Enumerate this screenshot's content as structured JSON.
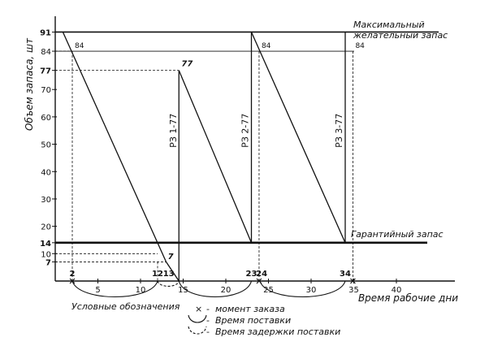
{
  "chart_data": {
    "type": "line",
    "title": "",
    "ylabel": "Объем запаса, шт",
    "xlabel": "Время рабочие дни",
    "xlim": [
      0,
      44
    ],
    "ylim": [
      0,
      95
    ],
    "x_ticks": [
      5,
      10,
      15,
      20,
      25,
      30,
      35,
      40
    ],
    "y_ticks": [
      7,
      10,
      14,
      20,
      30,
      40,
      50,
      60,
      70,
      77,
      84,
      91
    ],
    "y_ticks_bold": [
      7,
      14,
      77,
      91
    ],
    "max_stock": {
      "value": 91,
      "label_line1": "Максимальный",
      "label_line2": "желательный запас"
    },
    "guarantee_stock": {
      "value": 14,
      "label": "Гарантийный запас"
    },
    "threshold_line": {
      "value": 84
    },
    "stock_level_points": [
      {
        "x": 0.9,
        "y": 91
      },
      {
        "x": 13,
        "y": 7
      },
      {
        "x": 13,
        "y": 7
      },
      {
        "x": 14.5,
        "y": 0
      },
      {
        "x": 14.5,
        "y": 77
      },
      {
        "x": 23,
        "y": 14
      },
      {
        "x": 23,
        "y": 91
      },
      {
        "x": 34,
        "y": 14
      },
      {
        "x": 34,
        "y": 91
      },
      {
        "x": 43,
        "y": 91
      }
    ],
    "cycles": [
      {
        "x0": 0.9,
        "y0": 91,
        "x1": 13,
        "y1": 7
      },
      {
        "x0": 14.5,
        "y0": 77,
        "x1": 23,
        "y1": 14
      },
      {
        "x0": 23,
        "y0": 91,
        "x1": 34,
        "y1": 14
      }
    ],
    "deficit_segment": {
      "x0": 13,
      "y0": 7,
      "x1": 14.5,
      "y1": 0
    },
    "deliveries": [
      {
        "x": 14.5,
        "from": 0,
        "to": 77
      },
      {
        "x": 23,
        "from": 14,
        "to": 91
      },
      {
        "x": 34,
        "from": 14,
        "to": 91
      }
    ],
    "order_points": [
      {
        "x": 2,
        "y": 84,
        "label": "84"
      },
      {
        "x": 23.9,
        "y": 84,
        "label": "84"
      },
      {
        "x": 34.9,
        "y": 84,
        "label": "84"
      }
    ],
    "order_labels": [
      {
        "x": 14.2,
        "text": "РЗ 1-77"
      },
      {
        "x": 22.6,
        "text": "РЗ 2-77"
      },
      {
        "x": 33.6,
        "text": "РЗ 3-77"
      }
    ],
    "point_labels": [
      {
        "x": 14.8,
        "y": 78.5,
        "text": "77",
        "bold": true
      },
      {
        "x": 13.2,
        "y": 8,
        "text": "7",
        "bold": true
      }
    ],
    "bottom_day_labels": [
      {
        "x": 2,
        "text": "2",
        "bold": true
      },
      {
        "x": 12,
        "text": "12",
        "bold": true
      },
      {
        "x": 13.3,
        "text": "13",
        "bold": true
      },
      {
        "x": 23,
        "text": "23",
        "bold": true
      },
      {
        "x": 24.2,
        "text": "24",
        "bold": true
      },
      {
        "x": 34,
        "text": "34",
        "bold": true
      }
    ],
    "delivery_time_arcs": [
      {
        "from": 2,
        "to": 12
      },
      {
        "from": 14.5,
        "to": 23
      },
      {
        "from": 24,
        "to": 34
      }
    ],
    "delay_arcs": [
      {
        "from": 12,
        "to": 14.5
      }
    ],
    "dashed_drops": [
      {
        "x": 2,
        "y_from": 84,
        "y_to": 0
      },
      {
        "x": 23.9,
        "y_from": 84,
        "y_to": 0
      },
      {
        "x": 34.9,
        "y_from": 84,
        "y_to": 0
      },
      {
        "x": 12,
        "y_from": 7,
        "y_to": 0
      }
    ],
    "dashed_horizontals": [
      {
        "y": 84,
        "x_from": 0,
        "x_to": 2
      },
      {
        "y": 77,
        "x_from": 0,
        "x_to": 14.5
      },
      {
        "y": 10,
        "x_from": 0,
        "x_to": 12
      },
      {
        "y": 7,
        "x_from": 0,
        "x_to": 13
      }
    ]
  },
  "legend": {
    "title": "Условные обозначения",
    "items": [
      {
        "symbol": "×",
        "dash": "-",
        "text": "момент заказа"
      },
      {
        "symbol": "arc-solid",
        "dash": "-",
        "text": "Время поставки"
      },
      {
        "symbol": "arc-dashed",
        "dash": "-",
        "text": "Время задержки поставки"
      }
    ]
  }
}
